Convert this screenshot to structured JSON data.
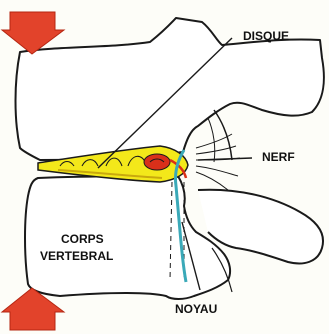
{
  "labels": {
    "disc": "DISQUE",
    "nerve": "NERF",
    "body_line1": "CORPS",
    "body_line2": "VERTEBRAL",
    "nucleus": "NOYAU"
  },
  "colors": {
    "background": "#fdfdf8",
    "outline": "#1a1a1a",
    "bone": "#ffffff",
    "disc": "#f3e81a",
    "disc_shadow": "#c9a90d",
    "nucleus": "#d9301a",
    "arrow": "#e2432b",
    "nerve_root": "#3aa9b8"
  },
  "icons": [
    "arrow-down-icon",
    "arrow-up-icon"
  ]
}
